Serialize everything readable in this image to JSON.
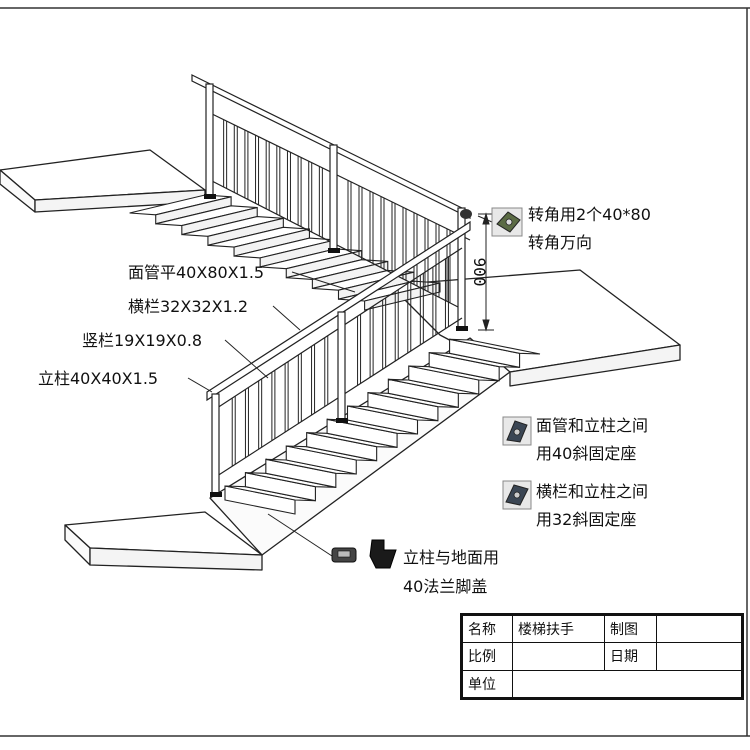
{
  "labels": {
    "handrail": "面管平40X80X1.5",
    "rail": "横栏32X32X1.2",
    "baluster": "竖栏19X19X0.8",
    "post": "立柱40X40X1.5",
    "corner_line1": "转角用2个40*80",
    "corner_line2": "转角万向",
    "bracket40_line1": "面管和立柱之间",
    "bracket40_line2": "用40斜固定座",
    "bracket32_line1": "横栏和立柱之间",
    "bracket32_line2": "用32斜固定座",
    "flange_line1": "立柱与地面用",
    "flange_line2": "40法兰脚盖",
    "height": "900"
  },
  "title_block": {
    "name_label": "名称",
    "name_value": "楼梯扶手",
    "drawn_label": "制图",
    "drawn_value": "",
    "scale_label": "比例",
    "scale_value": "",
    "date_label": "日期",
    "date_value": "",
    "unit_label": "单位",
    "unit_value": ""
  },
  "icons": [
    "corner-swivel-icon",
    "bracket-40-icon",
    "bracket-32-icon",
    "flange-cover-icon"
  ]
}
